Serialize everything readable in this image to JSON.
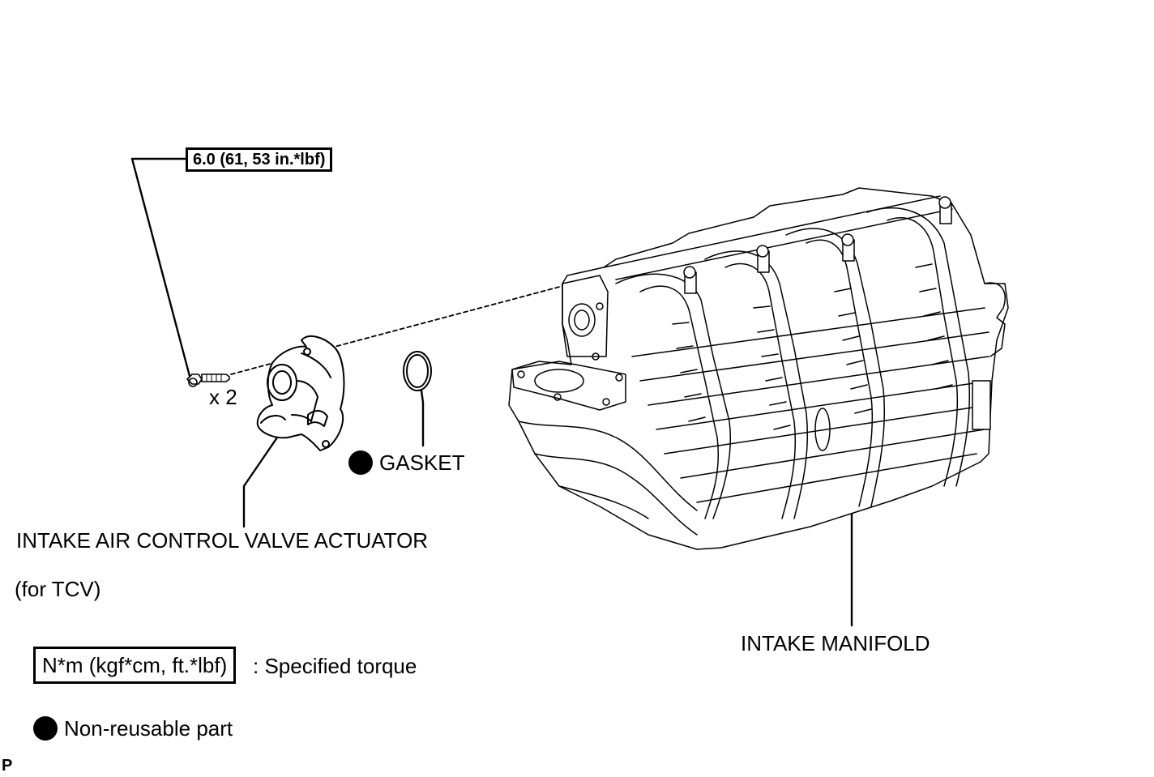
{
  "labels": {
    "torque_spec": "6.0 (61, 53 in.*lbf)",
    "quantity": "x 2",
    "gasket": "GASKET",
    "actuator_line1": "INTAKE AIR CONTROL VALVE ACTUATOR",
    "actuator_line2": "(for TCV)",
    "manifold": "INTAKE MANIFOLD"
  },
  "legend": {
    "torque_box": "N*m (kgf*cm, ft.*lbf)",
    "torque_desc": ": Specified torque",
    "nonreusable_desc": "Non-reusable part"
  },
  "footer": {
    "reference_mark": "P"
  },
  "colors": {
    "ink": "#000000",
    "paper": "#ffffff"
  }
}
